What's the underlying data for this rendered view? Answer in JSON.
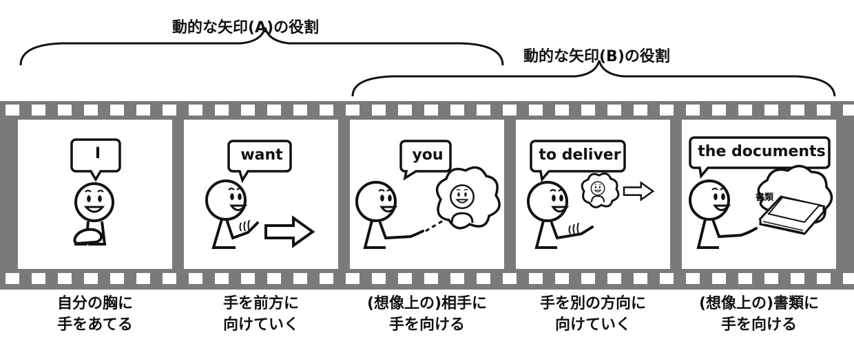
{
  "headers": {
    "role_a": "動的な矢印(A)の役割",
    "role_b": "動的な矢印(B)の役割"
  },
  "frames": [
    {
      "word": "I",
      "caption": [
        "自分の胸に",
        "手をあてる"
      ]
    },
    {
      "word": "want",
      "caption": [
        "手を前方に",
        "向けていく"
      ]
    },
    {
      "word": "you",
      "caption": [
        "(想像上の)相手に",
        "手を向ける"
      ]
    },
    {
      "word": "to deliver",
      "caption": [
        "手を別の方向に",
        "向けていく"
      ]
    },
    {
      "word": "the documents",
      "caption": [
        "(想像上の)書類に",
        "手を向ける"
      ],
      "item_label": "書類"
    }
  ],
  "colors": {
    "film": "#7a7a7a",
    "ink": "#111111",
    "paper": "#ffffff"
  }
}
